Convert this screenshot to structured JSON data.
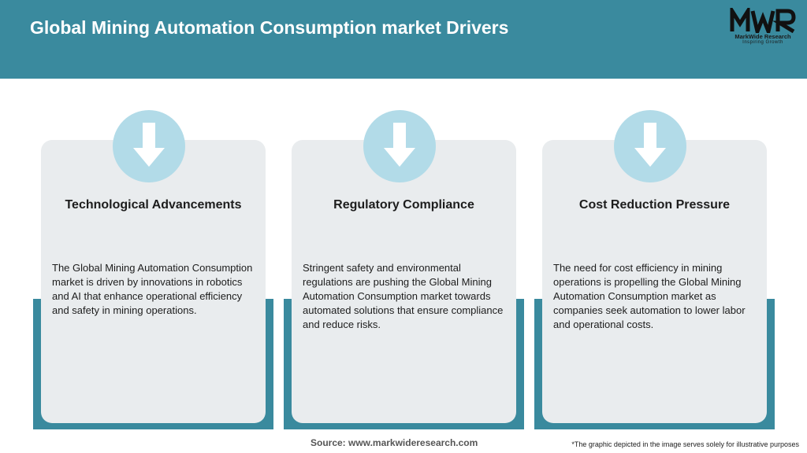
{
  "header": {
    "title": "Global Mining Automation Consumption market Drivers"
  },
  "logo": {
    "mark": "MWR",
    "name": "MarkWide Research",
    "tagline": "Inspiring Growth"
  },
  "cards": [
    {
      "icon": "arrow-down-icon",
      "heading": "Technological Advancements",
      "text": "The Global Mining Automation Consumption market is driven by innovations in robotics and AI that enhance operational efficiency and safety in mining operations."
    },
    {
      "icon": "arrow-down-icon",
      "heading": "Regulatory Compliance",
      "text": "Stringent safety and environmental regulations are pushing the Global Mining Automation Consumption market towards automated solutions that ensure compliance and reduce risks."
    },
    {
      "icon": "arrow-down-icon",
      "heading": "Cost Reduction Pressure",
      "text": "The need for cost efficiency in mining operations is propelling the Global Mining Automation Consumption market as companies seek automation to lower labor and operational costs."
    }
  ],
  "footer": {
    "source": "Source: www.markwideresearch.com",
    "disclaimer": "*The graphic depicted in the image serves solely for illustrative purposes"
  },
  "colors": {
    "accent": "#3a8a9e",
    "circle": "#b2dbe8",
    "card": "#e9ecee"
  }
}
